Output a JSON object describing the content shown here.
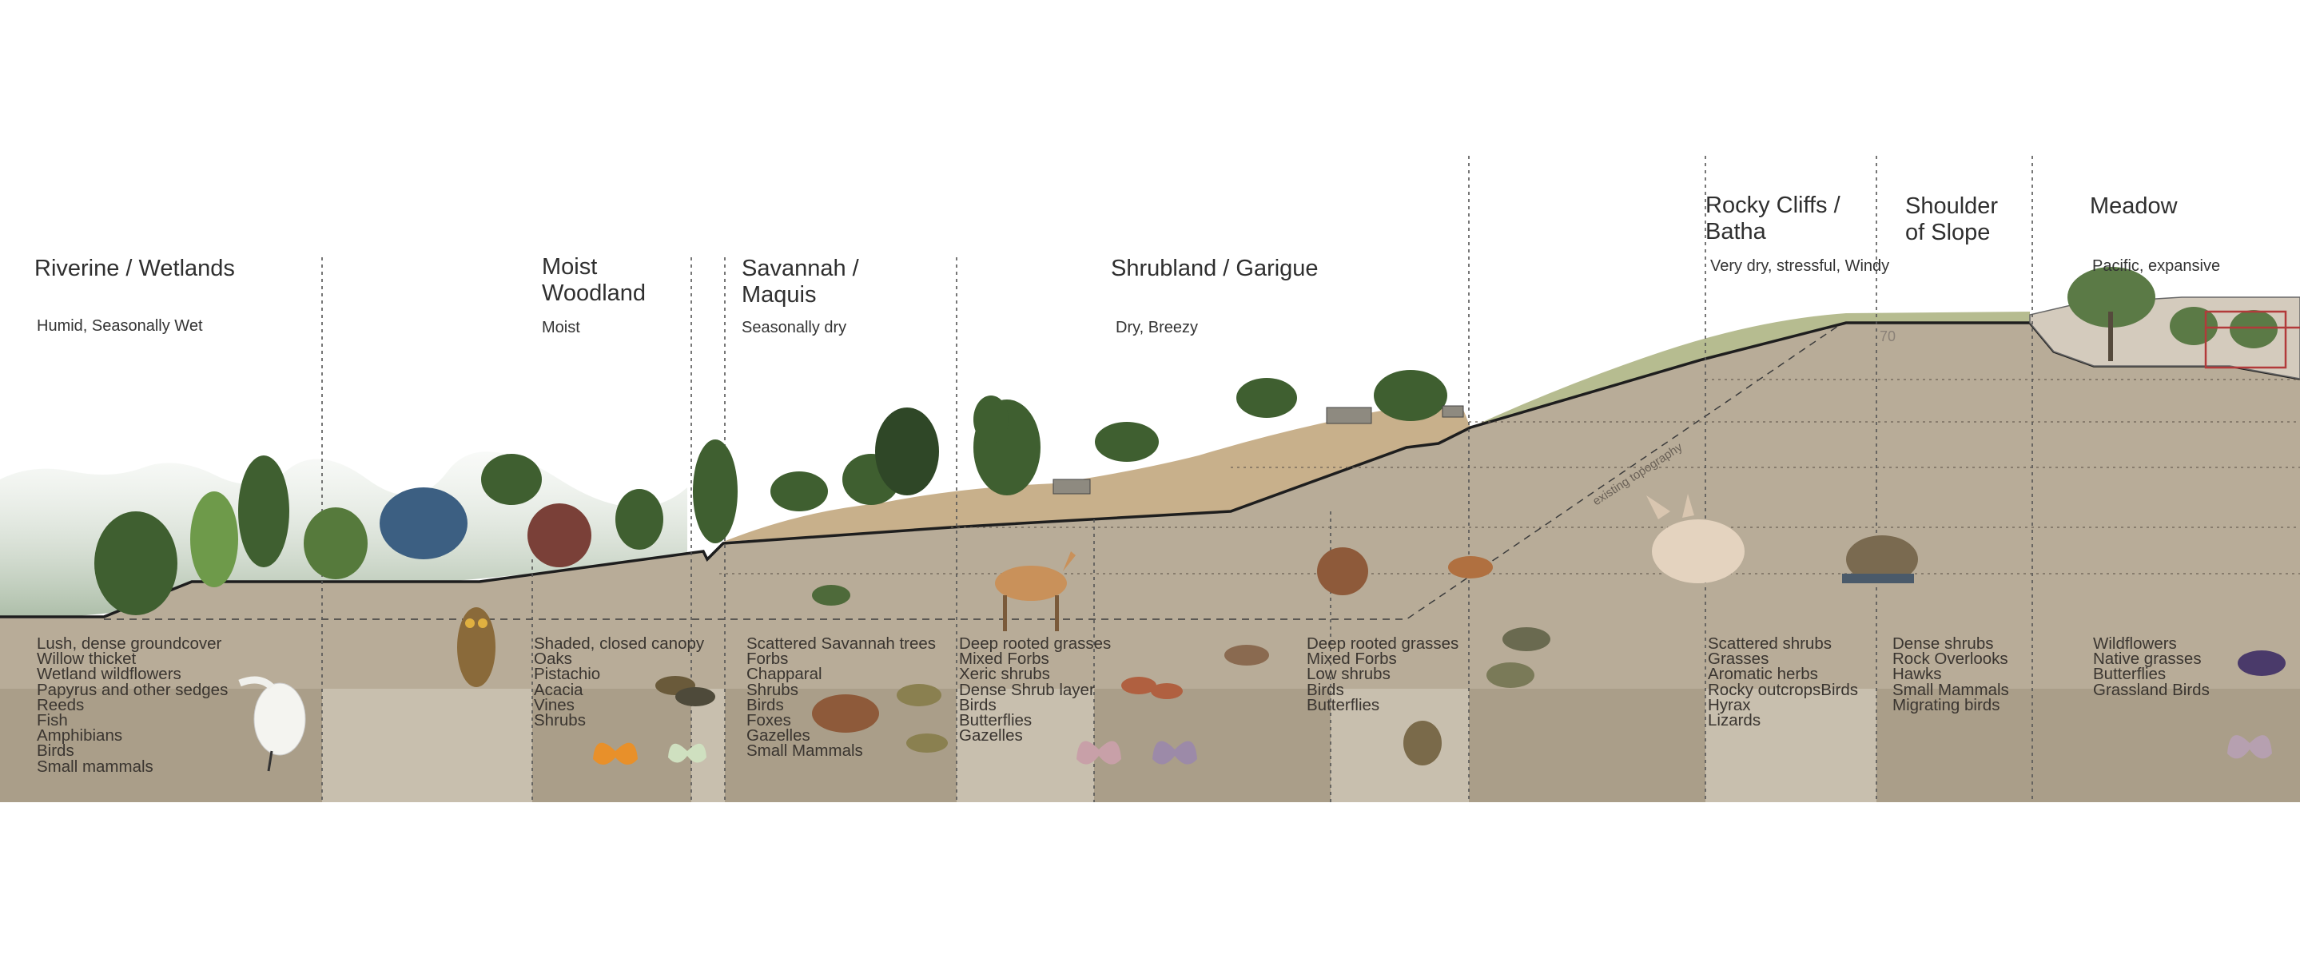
{
  "diagram": {
    "elevation_marker": "70",
    "topo_label": "existing topography",
    "colors": {
      "soil": "#b7ab97",
      "subsoil": "#a99d88",
      "band_light": "#c9c0b0",
      "ground_line": "#1e1e1e",
      "divider": "#555555",
      "vegetation": "#4e6a37",
      "dry_grass": "#b59a72"
    },
    "zones": [
      {
        "title": "Riverine / Wetlands",
        "subtitle": "Humid, Seasonally Wet",
        "items": [
          "Lush, dense groundcover",
          "Willow thicket",
          "Wetland wildflowers",
          "Papyrus and other sedges",
          "Reeds",
          "Fish",
          "Amphibians",
          "Birds",
          "Small mammals"
        ]
      },
      {
        "title": "Moist\nWoodland",
        "subtitle": "Moist",
        "items": [
          "Shaded, closed canopy",
          "Oaks",
          "Pistachio",
          "Acacia",
          "Vines",
          "Shrubs"
        ]
      },
      {
        "title": "Savannah /\nMaquis",
        "subtitle": "Seasonally dry",
        "items": [
          "Scattered Savannah trees",
          "Forbs",
          "Chapparal",
          "Shrubs",
          "Birds",
          "Foxes",
          "Gazelles",
          "Small Mammals"
        ]
      },
      {
        "title": "Shrubland / Garigue",
        "subtitle": "Dry, Breezy",
        "items_a": [
          "Deep rooted grasses",
          "Mixed Forbs",
          "Xeric shrubs",
          "Dense Shrub layer",
          "Birds",
          "Butterflies",
          "Gazelles"
        ],
        "items_b": [
          "Deep rooted grasses",
          "Mixed Forbs",
          "Low shrubs",
          "Birds",
          "Butterflies"
        ]
      },
      {
        "title": "Rocky Cliffs /\nBatha",
        "subtitle": "Very dry, stressful, Windy",
        "items": [
          "Scattered shrubs",
          "Grasses",
          "Aromatic herbs",
          "Rocky outcropsBirds",
          "Hyrax",
          "Lizards"
        ]
      },
      {
        "title": "Shoulder\nof Slope",
        "subtitle": "",
        "items": [
          "Dense shrubs",
          "Rock Overlooks",
          "Hawks",
          "Small Mammals",
          "Migrating birds"
        ]
      },
      {
        "title": "Meadow",
        "subtitle": "Pacific, expansive",
        "items": [
          "Wildflowers",
          "Native grasses",
          "Butterflies",
          "Grassland Birds"
        ]
      }
    ],
    "icons": {
      "egret": "egret-icon",
      "owl": "owl-icon",
      "gazelle": "gazelle-icon",
      "fox": "fennec-fox-icon",
      "hyrax": "hyrax-icon",
      "partridge": "partridge-icon",
      "songbird": "songbird-icon",
      "butterfly": "butterfly-icon",
      "tree": "tree-icon",
      "bench": "bench-icon",
      "pavilion": "pavilion-icon"
    }
  }
}
